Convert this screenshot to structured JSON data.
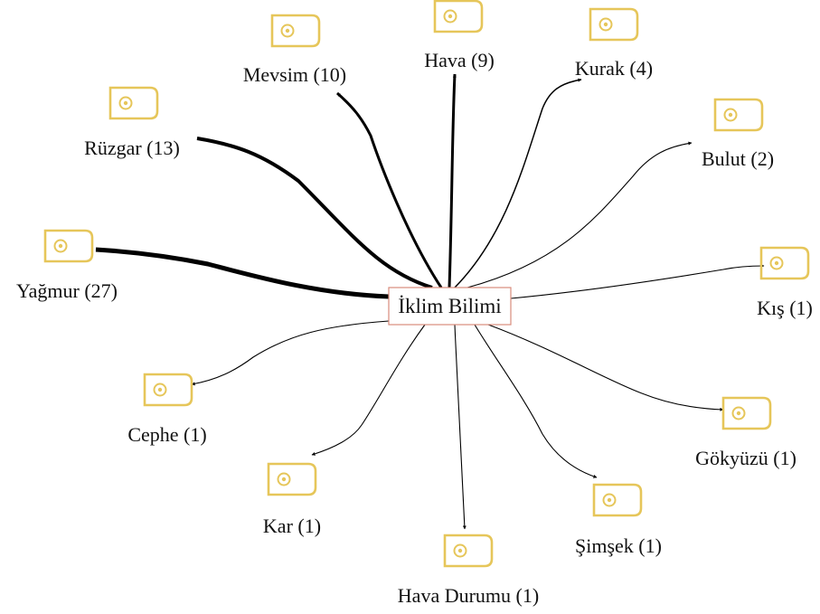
{
  "center": {
    "label": "İklim Bilimi",
    "border_color": "#d98b7c"
  },
  "style": {
    "edge_color": "#000000",
    "icon_color": "#e6c65a"
  },
  "nodes": [
    {
      "id": "hava",
      "label": "Hava (9)",
      "weight": 9
    },
    {
      "id": "mevsim",
      "label": "Mevsim (10)",
      "weight": 10
    },
    {
      "id": "kurak",
      "label": "Kurak (4)",
      "weight": 4
    },
    {
      "id": "ruzgar",
      "label": "Rüzgar (13)",
      "weight": 13
    },
    {
      "id": "bulut",
      "label": "Bulut (2)",
      "weight": 2
    },
    {
      "id": "yagmur",
      "label": "Yağmur (27)",
      "weight": 27
    },
    {
      "id": "kis",
      "label": "Kış (1)",
      "weight": 1
    },
    {
      "id": "cephe",
      "label": "Cephe (1)",
      "weight": 1
    },
    {
      "id": "gokyuzu",
      "label": "Gökyüzü (1)",
      "weight": 1
    },
    {
      "id": "kar",
      "label": "Kar (1)",
      "weight": 1
    },
    {
      "id": "simsek",
      "label": "Şimşek (1)",
      "weight": 1
    },
    {
      "id": "hava-durumu",
      "label": "Hava Durumu (1)",
      "weight": 1
    }
  ]
}
